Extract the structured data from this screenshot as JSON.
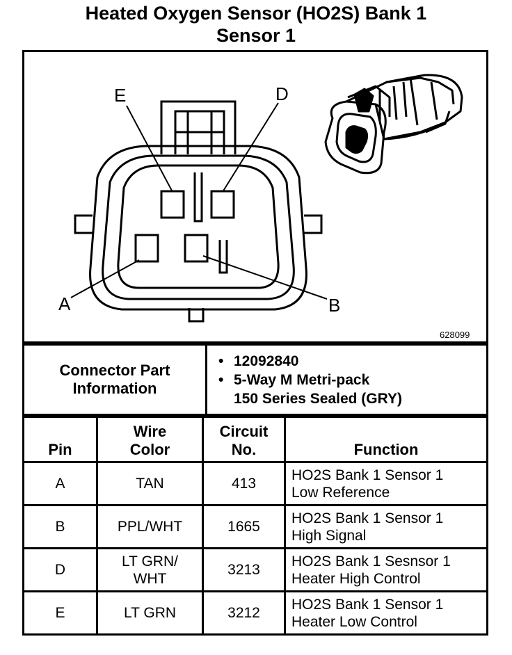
{
  "title": {
    "line1": "Heated Oxygen Sensor (HO2S) Bank 1",
    "line2": "Sensor 1"
  },
  "diagram": {
    "figure_number": "628099",
    "pin_labels": {
      "A": "A",
      "B": "B",
      "D": "D",
      "E": "E"
    }
  },
  "connector": {
    "label": "Connector Part Information",
    "part_number": "12092840",
    "description_line1": "5-Way M Metri-pack",
    "description_line2": "150 Series Sealed (GRY)"
  },
  "table": {
    "headers": {
      "pin": "Pin",
      "wire_color": "Wire\nColor",
      "circuit": "Circuit\nNo.",
      "function": "Function"
    },
    "rows": [
      {
        "pin": "A",
        "wire_color": "TAN",
        "circuit": "413",
        "function": "HO2S Bank 1 Sensor 1\nLow Reference"
      },
      {
        "pin": "B",
        "wire_color": "PPL/WHT",
        "circuit": "1665",
        "function": "HO2S Bank 1 Sensor 1\nHigh Signal"
      },
      {
        "pin": "D",
        "wire_color": "LT GRN/\nWHT",
        "circuit": "3213",
        "function": "HO2S Bank 1 Sesnsor 1\nHeater High Control"
      },
      {
        "pin": "E",
        "wire_color": "LT GRN",
        "circuit": "3212",
        "function": "HO2S Bank 1 Sensor 1\nHeater Low Control"
      }
    ]
  }
}
